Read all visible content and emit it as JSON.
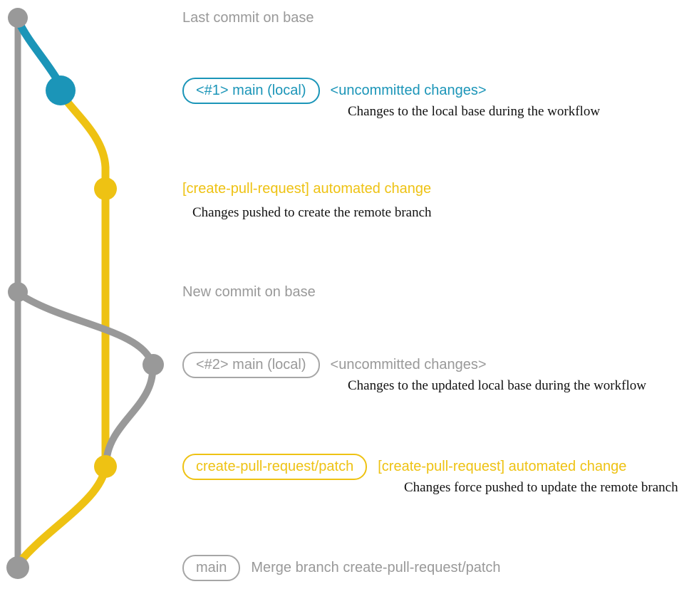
{
  "diagram": {
    "kind": "git-branch-workflow-graph",
    "colors": {
      "base_branch_gray": "#999999",
      "local_changes_blue": "#1b95b8",
      "pr_branch_yellow": "#eec213",
      "description_text": "#111111"
    },
    "annotations": {
      "last_commit": {
        "text": "Last commit on base"
      },
      "local1": {
        "badge": "<#1> main (local)",
        "message": "<uncommitted changes>",
        "description": "Changes to the local base during the workflow"
      },
      "push1": {
        "message": "[create-pull-request] automated change",
        "description": "Changes pushed to create the remote branch"
      },
      "new_commit": {
        "text": "New commit on base"
      },
      "local2": {
        "badge": "<#2> main (local)",
        "message": "<uncommitted changes>",
        "description": "Changes to the updated local base during the workflow"
      },
      "push2": {
        "badge": "create-pull-request/patch",
        "message": "[create-pull-request] automated change",
        "description": "Changes force pushed to update the remote branch"
      },
      "merge": {
        "badge": "main",
        "message": "Merge branch create-pull-request/patch"
      }
    },
    "commits": [
      {
        "id": "base-1",
        "branch": "base",
        "color": "#999999",
        "label": "Last commit on base"
      },
      {
        "id": "local-1",
        "branch": "main-local",
        "color": "#1b95b8",
        "label": "<#1> main (local) <uncommitted changes>"
      },
      {
        "id": "patch-1",
        "branch": "create-pull-request/patch",
        "color": "#eec213",
        "label": "[create-pull-request] automated change"
      },
      {
        "id": "base-2",
        "branch": "base",
        "color": "#999999",
        "label": "New commit on base"
      },
      {
        "id": "local-2",
        "branch": "main-local",
        "color": "#999999",
        "label": "<#2> main (local) <uncommitted changes>"
      },
      {
        "id": "patch-2",
        "branch": "create-pull-request/patch",
        "color": "#eec213",
        "label": "[create-pull-request] automated change (force push)"
      },
      {
        "id": "merge-1",
        "branch": "main",
        "color": "#999999",
        "label": "Merge branch create-pull-request/patch"
      }
    ]
  }
}
